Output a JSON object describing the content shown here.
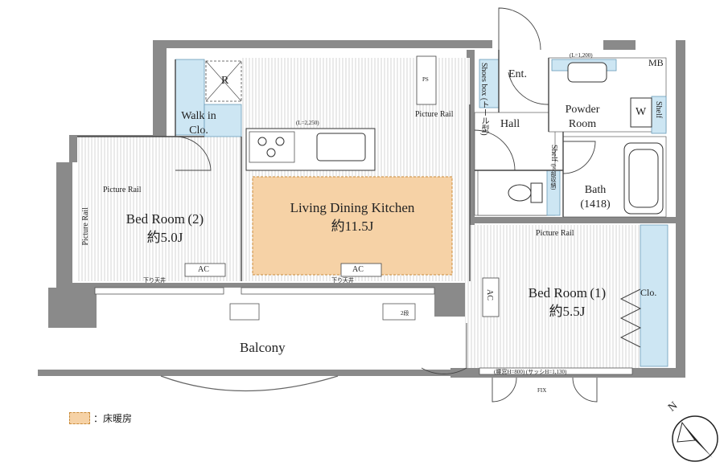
{
  "plan": {
    "ldk": {
      "name": "Living Dining Kitchen",
      "area": "約11.5J"
    },
    "bed1": {
      "name": "Bed Room (1)",
      "area": "約5.5J"
    },
    "bed2": {
      "name": "Bed Room (2)",
      "area": "約5.0J"
    },
    "balcony": "Balcony",
    "walk_in": {
      "line1": "Walk in",
      "line2": "Clo."
    },
    "powder": {
      "line1": "Powder",
      "line2": "Room"
    },
    "bath": {
      "line1": "Bath",
      "line2": "(1418)"
    },
    "hall": "Hall",
    "entrance": "Ent.",
    "mb": "MB",
    "shoes_box": {
      "line1": "Shoes box",
      "line2": "(トール型)"
    },
    "closet": "Clo.",
    "shelf": "Shelf",
    "shelf_small": "Shelf",
    "shelf_small_note": "(下部収納)",
    "washer": "W",
    "ps": "PS",
    "refrigerator": "R",
    "ac": "AC",
    "picture_rail": "Picture Rail",
    "lowered_ceiling": "下り天井",
    "kitchen_length": "(L=2,250)",
    "powder_length": "(L=1,200)",
    "window_note": "(腰窓H=800) (サッシH=1,130)",
    "fix": "FIX",
    "two_stage": "2段",
    "legend": "：床暖房",
    "north": "N"
  },
  "colors": {
    "wall": "#8a8a8a",
    "floor_hatch": "#c9c9c9",
    "floor_heating": "#f6d2a6",
    "storage_blue": "#cde6f3"
  }
}
